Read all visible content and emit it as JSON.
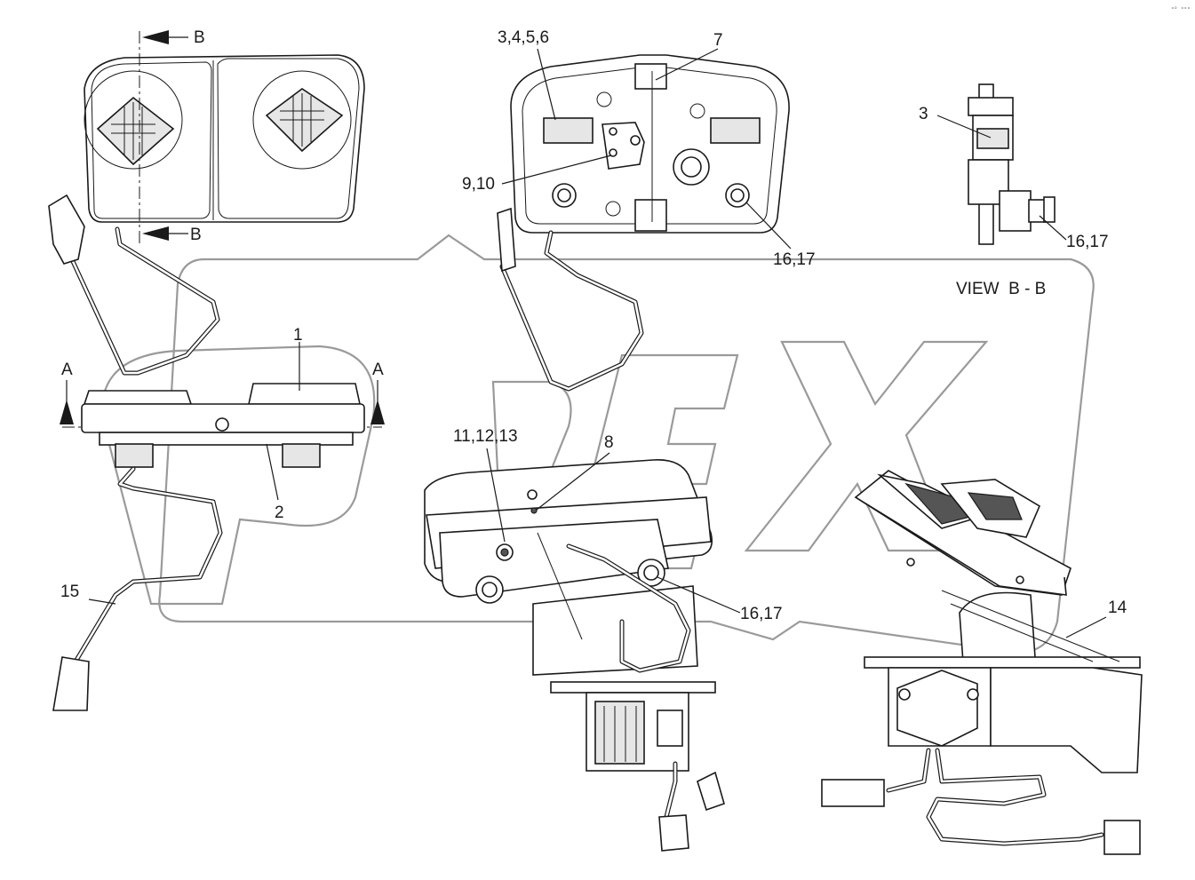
{
  "labels": {
    "section_b_top": "B",
    "section_b_bottom": "B",
    "section_a_left": "A",
    "section_a_right": "A",
    "part_1": "1",
    "part_2": "2",
    "part_15": "15",
    "part_3_4_5_6": "3,4,5,6",
    "part_7": "7",
    "part_9_10": "9,10",
    "part_16_17_rear": "16,17",
    "part_3_side": "3",
    "part_16_17_side": "16,17",
    "view_title": "VIEW  B - B",
    "part_11_12_13": "11,12,13",
    "part_8": "8",
    "part_16_17_iso": "16,17",
    "part_14": "14"
  },
  "corner_mark": "ᵒᴰ ᵒᵒᵒ"
}
